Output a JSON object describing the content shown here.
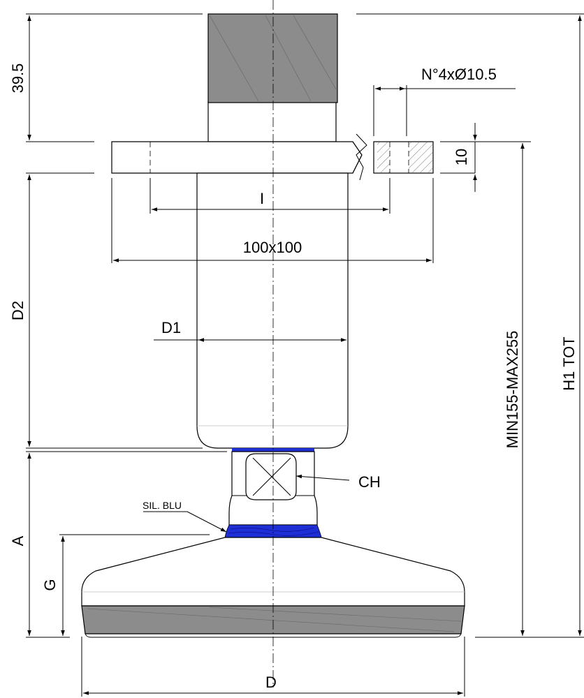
{
  "labels": {
    "dim_39_5": "39.5",
    "holes": "N°4xØ10.5",
    "dim_10": "10",
    "dim_I": "I",
    "dim_plate": "100x100",
    "dim_D2": "D2",
    "dim_D1": "D1",
    "dim_range": "MIN155-MAX255",
    "dim_H1": "H1 TOT",
    "dim_CH": "CH",
    "dim_A": "A",
    "dim_G": "G",
    "dim_D": "D",
    "note_sil": "SIL. BLU"
  },
  "colors": {
    "dark_fill": "#8c8c8c",
    "silicone_blue": "#1f2fd6",
    "line": "#000000"
  }
}
